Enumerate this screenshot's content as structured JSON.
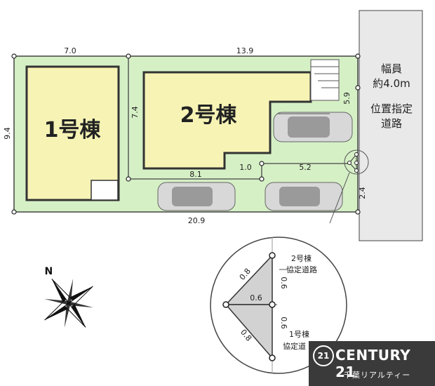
{
  "plan": {
    "buildings": {
      "b1_label": "1号棟",
      "b2_label": "2号棟"
    },
    "dimensions": {
      "top_left": "7.0",
      "top_right": "13.9",
      "left_side": "9.4",
      "b2_side": "7.4",
      "right_top": "5.9",
      "bottom": "20.9",
      "inner_81": "8.1",
      "inner_10": "1.0",
      "inner_52": "5.2",
      "right_24": "2.4"
    },
    "road": {
      "width_line1": "幅員",
      "width_line2": "約4.0m",
      "name_line1": "位置指定",
      "name_line2": "道路"
    },
    "detail": {
      "b2_line1": "2号棟",
      "b2_line2": "協定道路",
      "b1_line1": "1号棟",
      "b1_line2": "協定道",
      "d_upper_left": "0.8",
      "d_upper_right": "0.6",
      "d_middle": "0.6",
      "d_lower_right": "0.6",
      "d_lower_left": "0.8"
    },
    "colors": {
      "lot_green": "#d6f0c6",
      "building_yellow": "#f6f3b5",
      "road_gray": "#e9e9e9",
      "triangle_gray": "#d2d2d2"
    }
  },
  "brand": {
    "mark": "21",
    "name": "CENTURY 21",
    "sub": "千葉リアルティー"
  }
}
